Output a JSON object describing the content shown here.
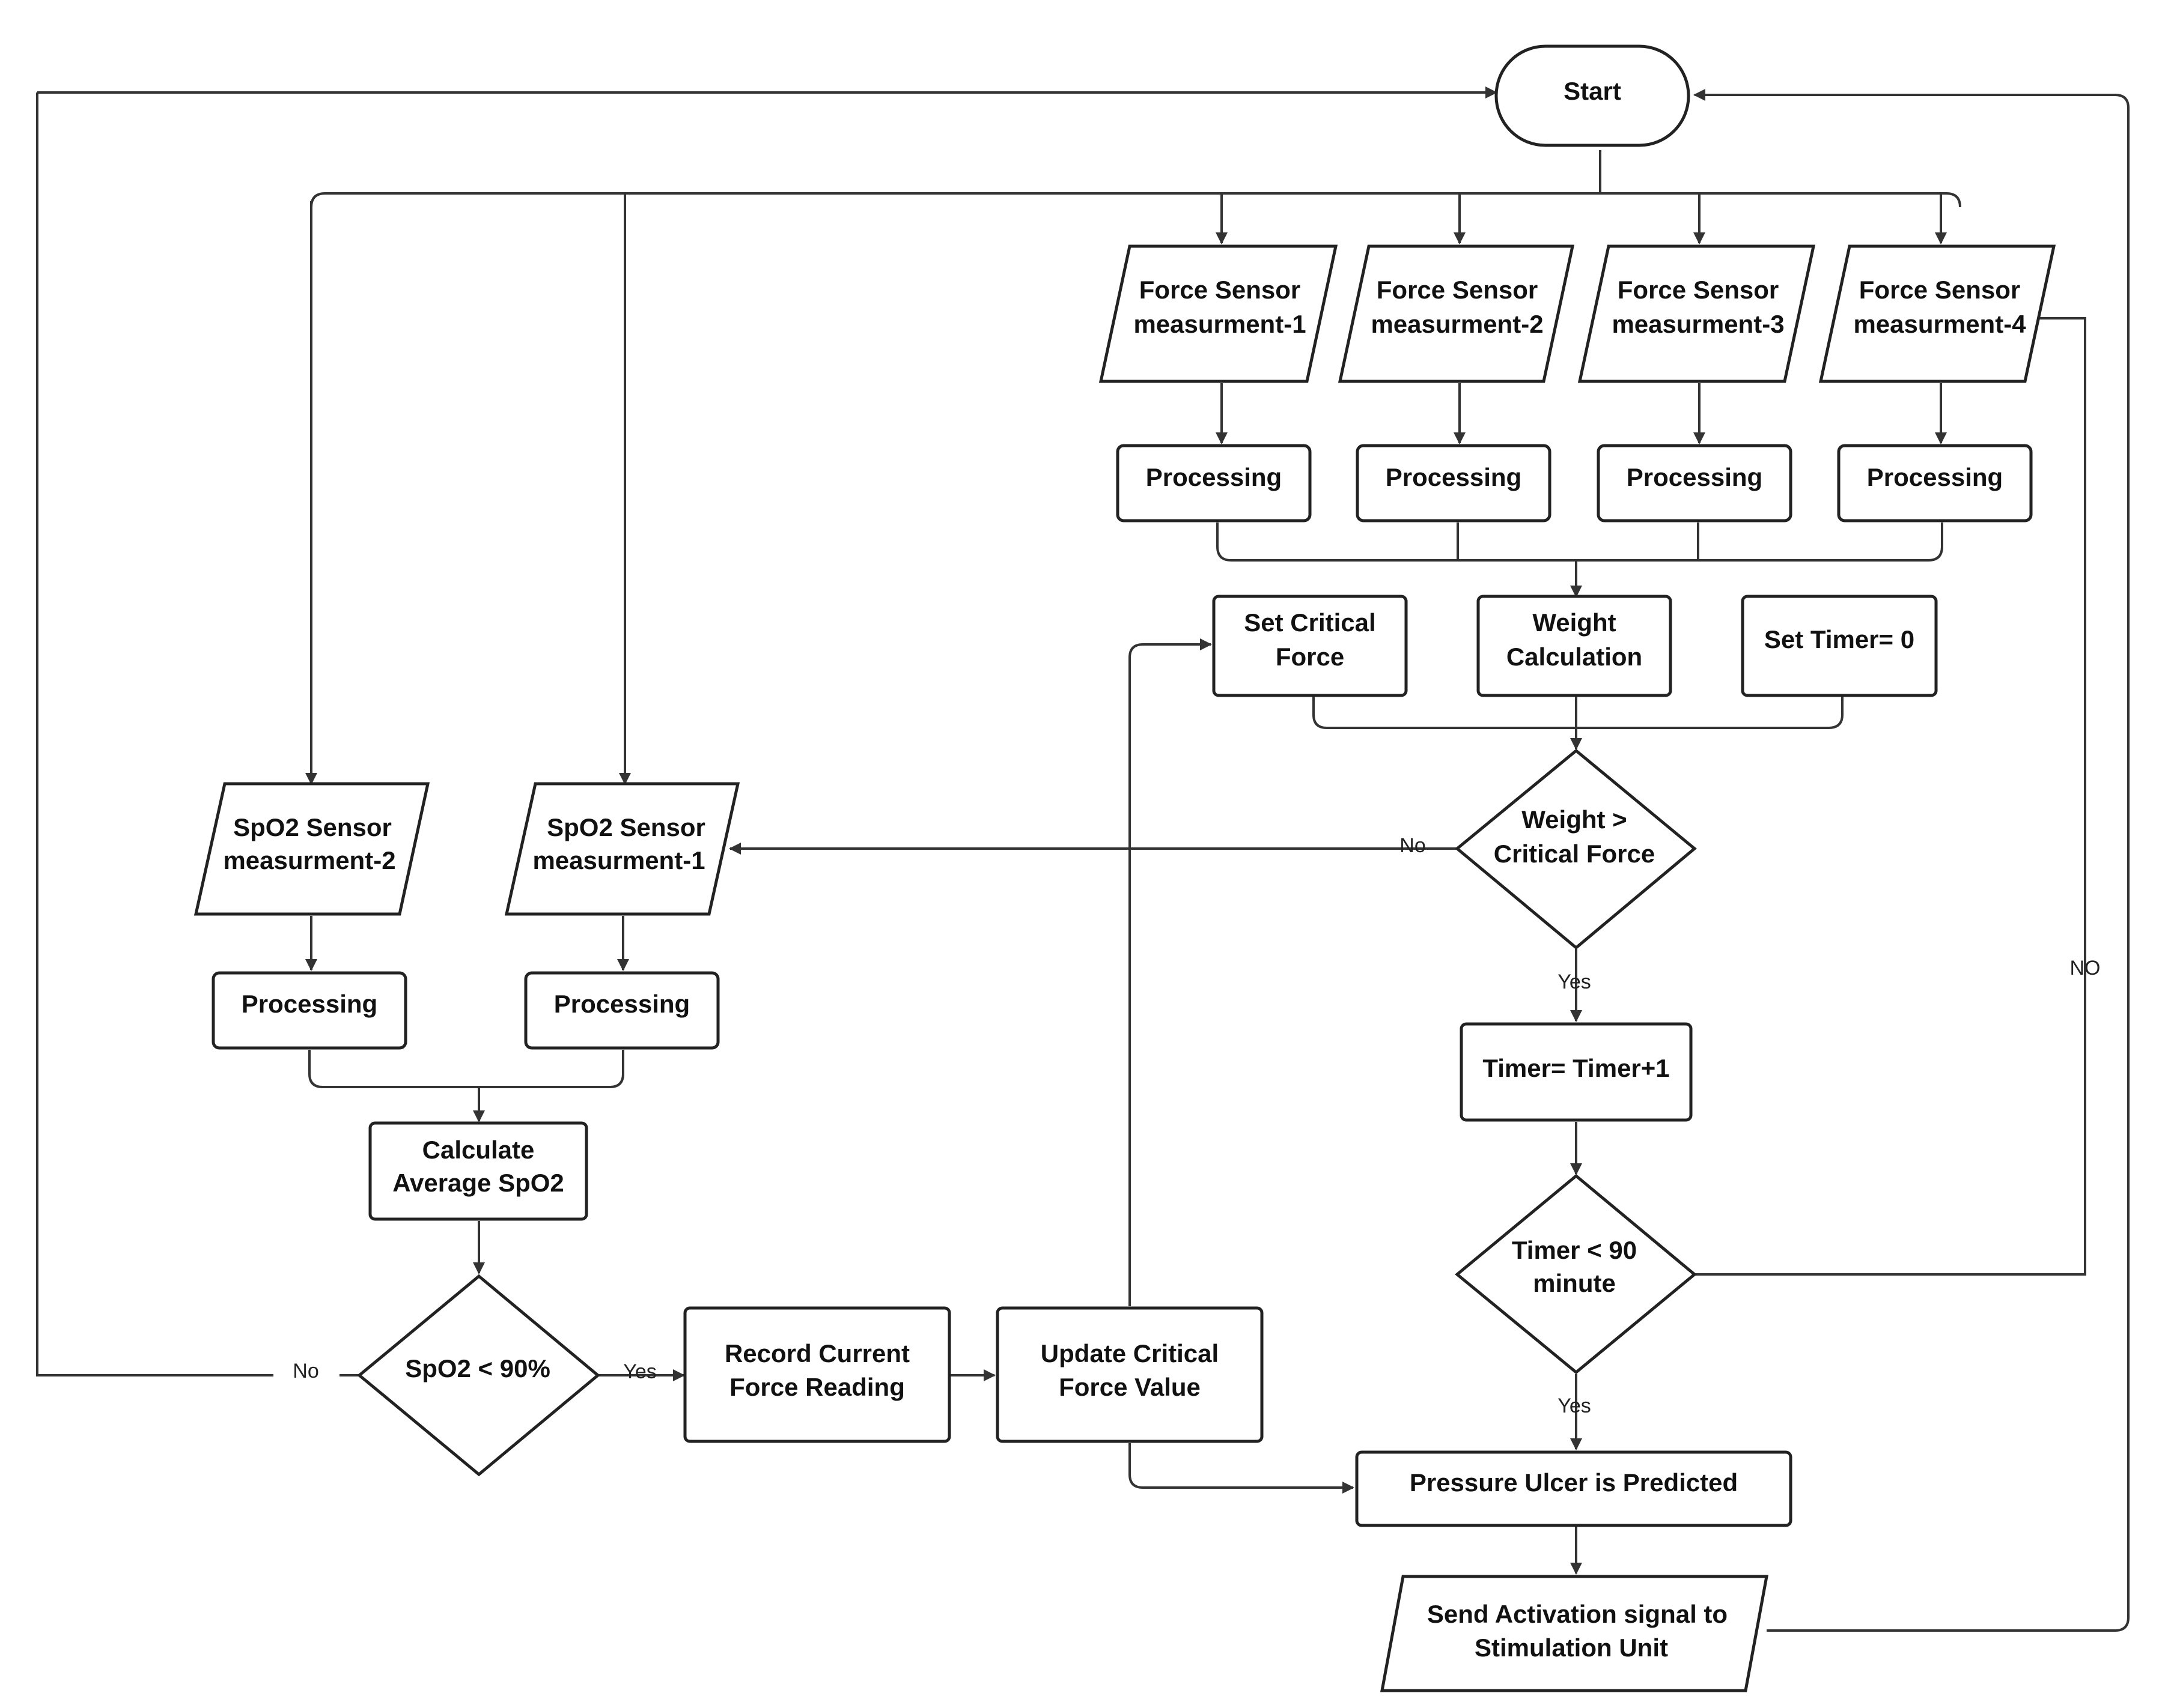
{
  "nodes": {
    "start": "Start",
    "force1": [
      "Force Sensor",
      "measurment-1"
    ],
    "force2": [
      "Force Sensor",
      "measurment-2"
    ],
    "force3": [
      "Force Sensor",
      "measurment-3"
    ],
    "force4": [
      "Force Sensor",
      "measurment-4"
    ],
    "proc_f1": "Processing",
    "proc_f2": "Processing",
    "proc_f3": "Processing",
    "proc_f4": "Processing",
    "set_critical": [
      "Set Critical",
      "Force"
    ],
    "weight_calc": [
      "Weight",
      "Calculation"
    ],
    "set_timer": "Set Timer= 0",
    "weight_decision": [
      "Weight >",
      "Critical Force"
    ],
    "spo2_2": [
      "SpO2 Sensor",
      "measurment-2"
    ],
    "spo2_1": [
      "SpO2 Sensor",
      "measurment-1"
    ],
    "proc_s2": "Processing",
    "proc_s1": "Processing",
    "avg_spo2": [
      "Calculate",
      "Average SpO2"
    ],
    "spo2_decision": "SpO2 < 90%",
    "record_force": [
      "Record Current",
      "Force Reading"
    ],
    "update_force": [
      "Update Critical",
      "Force Value"
    ],
    "timer_inc": "Timer= Timer+1",
    "timer_decision": [
      "Timer < 90",
      "minute"
    ],
    "predicted": "Pressure Ulcer is Predicted",
    "send_signal": [
      "Send Activation signal to",
      "Stimulation Unit"
    ]
  },
  "edge_labels": {
    "weight_no": "No",
    "weight_yes": "Yes",
    "timer_no": "NO",
    "timer_yes": "Yes",
    "spo2_no": "No",
    "spo2_yes": "Yes"
  }
}
